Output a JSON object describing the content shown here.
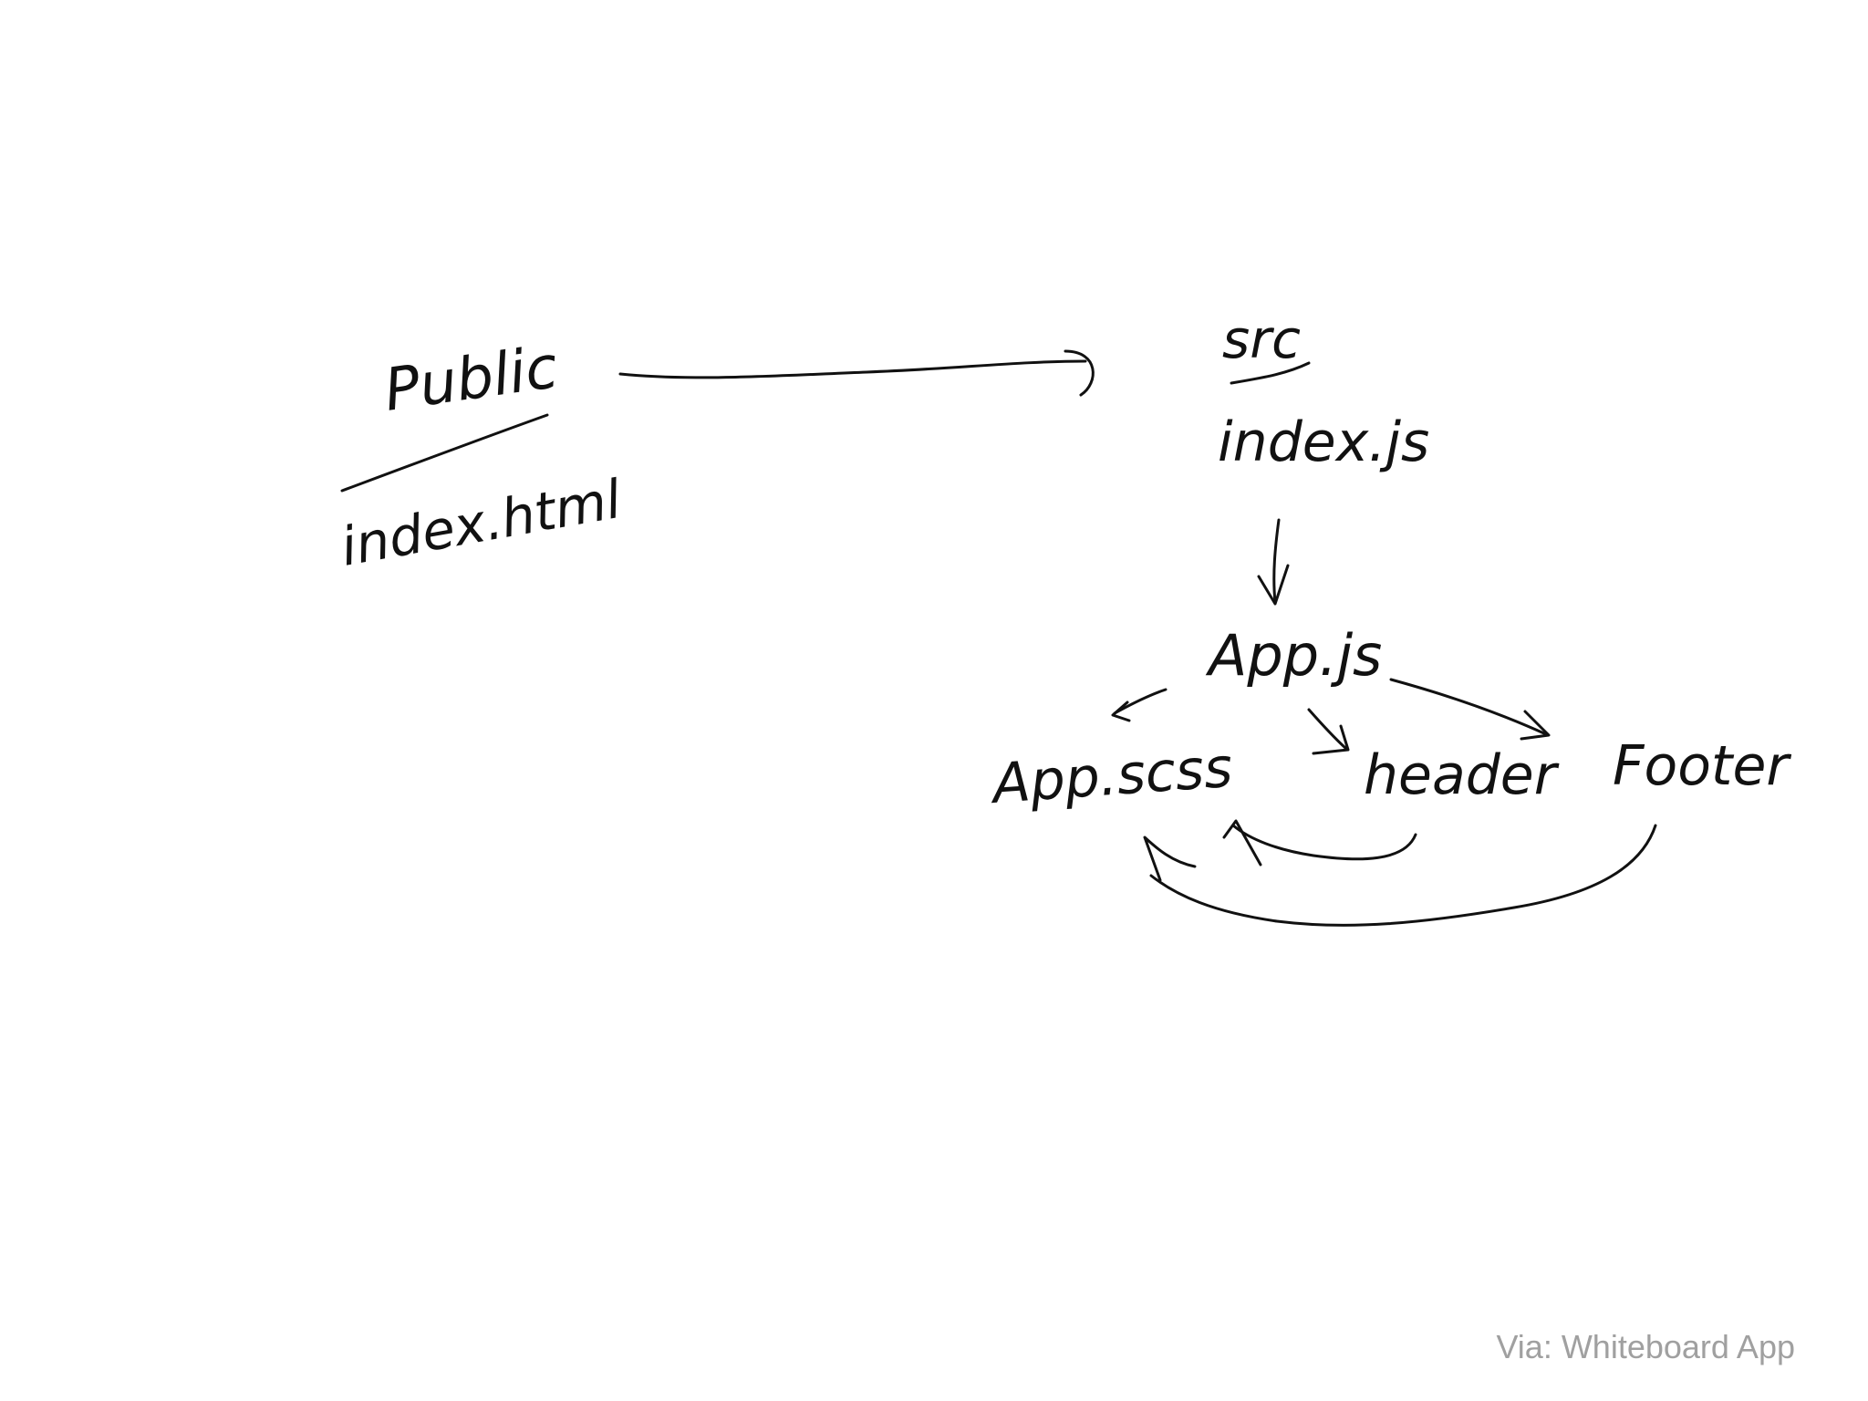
{
  "diagram": {
    "nodes": {
      "public": "Public",
      "index_html": "index.html",
      "src": "src",
      "index_js": "index.js",
      "app_js": "App.js",
      "app_scss": "App.scss",
      "header": "header",
      "footer": "Footer"
    },
    "edges": [
      {
        "from": "public",
        "to": "src"
      },
      {
        "from": "index_js",
        "to": "app_js"
      },
      {
        "from": "app_js",
        "to": "app_scss"
      },
      {
        "from": "app_js",
        "to": "header"
      },
      {
        "from": "app_js",
        "to": "footer"
      },
      {
        "from": "header",
        "to": "app_scss"
      },
      {
        "from": "footer",
        "to": "app_scss"
      }
    ],
    "stroke_color": "#111111"
  },
  "watermark": "Via: Whiteboard App"
}
